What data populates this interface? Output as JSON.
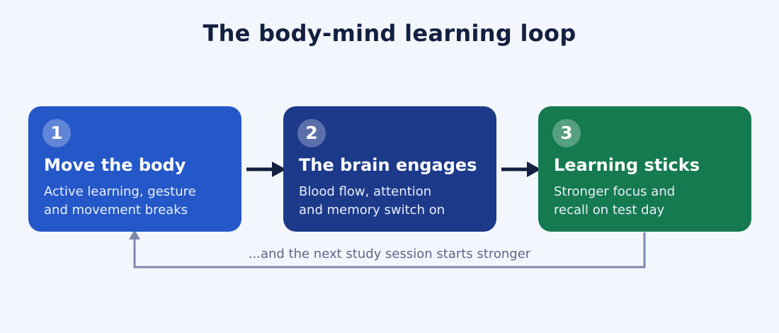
{
  "title": "The body-mind learning loop",
  "colors": {
    "background": "#f4f6fe",
    "step1": "#2458c8",
    "step2": "#1d3a8a",
    "step3": "#157a50",
    "arrow": "#142040",
    "loop_line": "#7d89ab",
    "loop_text": "#5b6687"
  },
  "steps": [
    {
      "number": "1",
      "heading": "Move the body",
      "desc_line1": "Active learning, gesture",
      "desc_line2": "and movement breaks"
    },
    {
      "number": "2",
      "heading": "The brain engages",
      "desc_line1": "Blood flow, attention",
      "desc_line2": "and memory switch on"
    },
    {
      "number": "3",
      "heading": "Learning sticks",
      "desc_line1": "Stronger focus and",
      "desc_line2": "recall on test day"
    }
  ],
  "loop_label": "...and the next study session starts stronger"
}
